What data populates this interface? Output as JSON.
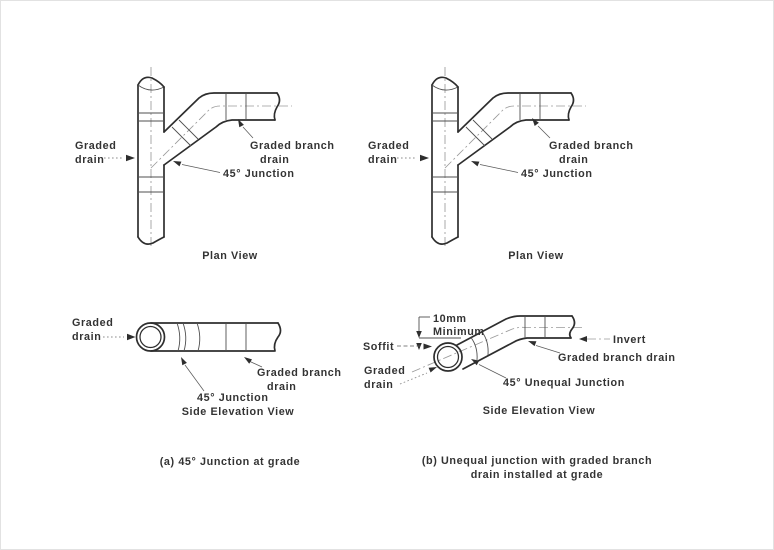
{
  "colors": {
    "background": "#ffffff",
    "ink": "#2e2e2e",
    "text": "#333333",
    "centerline": "#9a9a9a"
  },
  "panels": {
    "plan_a": {
      "graded_drain_1": "Graded",
      "graded_drain_2": "drain",
      "graded_branch_1": "Graded branch",
      "graded_branch_2": "drain",
      "junction": "45° Junction",
      "title": "Plan View"
    },
    "plan_b": {
      "graded_drain_1": "Graded",
      "graded_drain_2": "drain",
      "graded_branch_1": "Graded branch",
      "graded_branch_2": "drain",
      "junction": "45° Junction",
      "title": "Plan View"
    },
    "elev_a": {
      "graded_drain_1": "Graded",
      "graded_drain_2": "drain",
      "graded_branch_1": "Graded branch",
      "graded_branch_2": "drain",
      "junction": "45° Junction",
      "title": "Side Elevation View"
    },
    "elev_b": {
      "dim_1": "10mm",
      "dim_2": "Minimum",
      "soffit": "Soffit",
      "graded_drain_1": "Graded",
      "graded_drain_2": "drain",
      "junction": "45° Unequal Junction",
      "graded_branch": "Graded branch drain",
      "invert": "Invert",
      "title": "Side Elevation View"
    }
  },
  "captions": {
    "a": "(a) 45° Junction at grade",
    "b_line1": "(b) Unequal junction with graded branch",
    "b_line2": "drain installed at grade"
  }
}
